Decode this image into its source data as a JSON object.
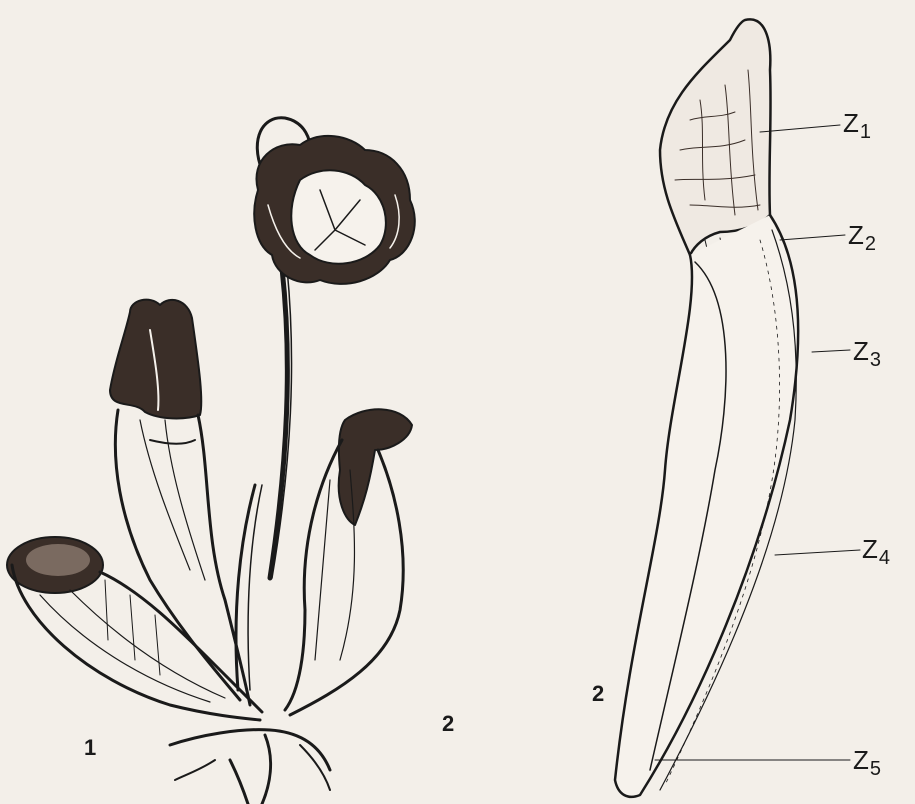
{
  "panels": [
    {
      "number": "1"
    },
    {
      "number": "2"
    },
    {
      "number": "2"
    }
  ],
  "zones": [
    {
      "letter": "Z",
      "index": "1"
    },
    {
      "letter": "Z",
      "index": "2"
    },
    {
      "letter": "Z",
      "index": "3"
    },
    {
      "letter": "Z",
      "index": "4"
    },
    {
      "letter": "Z",
      "index": "5"
    }
  ],
  "colors": {
    "paper": "#f3efe9",
    "ink": "#1a1a1a",
    "shade": "#3a2e28"
  }
}
